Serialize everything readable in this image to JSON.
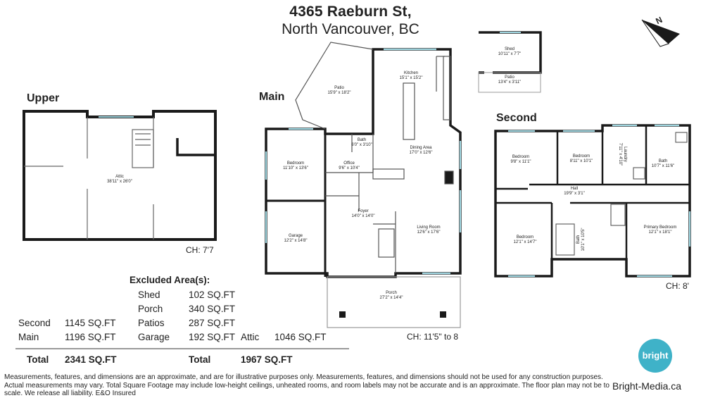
{
  "header": {
    "address": "4365 Raeburn St,",
    "city": "North Vancouver, BC"
  },
  "compass": {
    "letter": "N"
  },
  "floors": {
    "upper": {
      "label": "Upper",
      "ceiling": "CH: 7'7",
      "rooms": [
        {
          "name": "Attic",
          "dims": "38'11\" x 26'0\""
        }
      ]
    },
    "main": {
      "label": "Main",
      "ceiling": "CH: 11'5\" to 8",
      "rooms": [
        {
          "name": "Patio",
          "dims": "15'9\" x 18'2\""
        },
        {
          "name": "Kitchen",
          "dims": "15'1\" x 15'2\""
        },
        {
          "name": "Bath",
          "dims": "6'0\" x 3'10\""
        },
        {
          "name": "Dining Area",
          "dims": "17'0\" x 12'6\""
        },
        {
          "name": "Bedroom",
          "dims": "11'10\" x 13'6\""
        },
        {
          "name": "Office",
          "dims": "9'6\" x 10'4\""
        },
        {
          "name": "Foyer",
          "dims": "14'0\" x 14'0\""
        },
        {
          "name": "Garage",
          "dims": "12'2\" x 14'8\""
        },
        {
          "name": "Living Room",
          "dims": "12'6\" x 17'6\""
        },
        {
          "name": "Porch",
          "dims": "27'2\" x 14'4\""
        }
      ]
    },
    "shed": {
      "rooms": [
        {
          "name": "Shed",
          "dims": "10'11\" x 7'7\""
        },
        {
          "name": "Patio",
          "dims": "13'4\" x 3'11\""
        }
      ]
    },
    "second": {
      "label": "Second",
      "ceiling": "CH: 8'",
      "rooms": [
        {
          "name": "Bedroom",
          "dims": "9'8\" x 11'1\""
        },
        {
          "name": "Bedroom",
          "dims": "8'11\" x 10'1\""
        },
        {
          "name": "Laundry",
          "dims": "7'11\" x 4'10\""
        },
        {
          "name": "Bath",
          "dims": "10'7\" x 11'6\""
        },
        {
          "name": "Hall",
          "dims": "19'9\" x 3'1\""
        },
        {
          "name": "Bedroom",
          "dims": "12'1\" x 14'7\""
        },
        {
          "name": "Bath",
          "dims": "10'1\" x 10'5\""
        },
        {
          "name": "Primary Bedroom",
          "dims": "12'1\" x 18'1\""
        }
      ]
    }
  },
  "areas": {
    "included": [
      {
        "label": "Second",
        "value": "1145 SQ.FT"
      },
      {
        "label": "Main",
        "value": "1196 SQ.FT"
      }
    ],
    "included_total": {
      "label": "Total",
      "value": "2341 SQ.FT"
    },
    "excluded_title": "Excluded Area(s):",
    "excluded": [
      {
        "label": "Shed",
        "value": "102 SQ.FT"
      },
      {
        "label": "Porch",
        "value": "340 SQ.FT"
      },
      {
        "label": "Patios",
        "value": "287 SQ.FT"
      },
      {
        "label": "Garage",
        "value": "192 SQ.FT"
      }
    ],
    "attic": {
      "label": "Attic",
      "value": "1046 SQ.FT"
    },
    "excluded_total": {
      "label": "Total",
      "value": "1967 SQ.FT"
    }
  },
  "disclaimer": "Measurements, features, and dimensions are an approximate, and are for illustrative purposes only. Measurements, features, and dimensions should not be used for any construction purposes. Actual measurements may vary. Total Square Footage may include low-height ceilings, unheated rooms, and room labels may not be accurate and is an approximate. The floor plan may not be to scale. We release all liability. E&O Insured",
  "brand": {
    "logo_text": "bright",
    "site": "Bright-Media.ca",
    "accent": "#3fb2c8"
  }
}
